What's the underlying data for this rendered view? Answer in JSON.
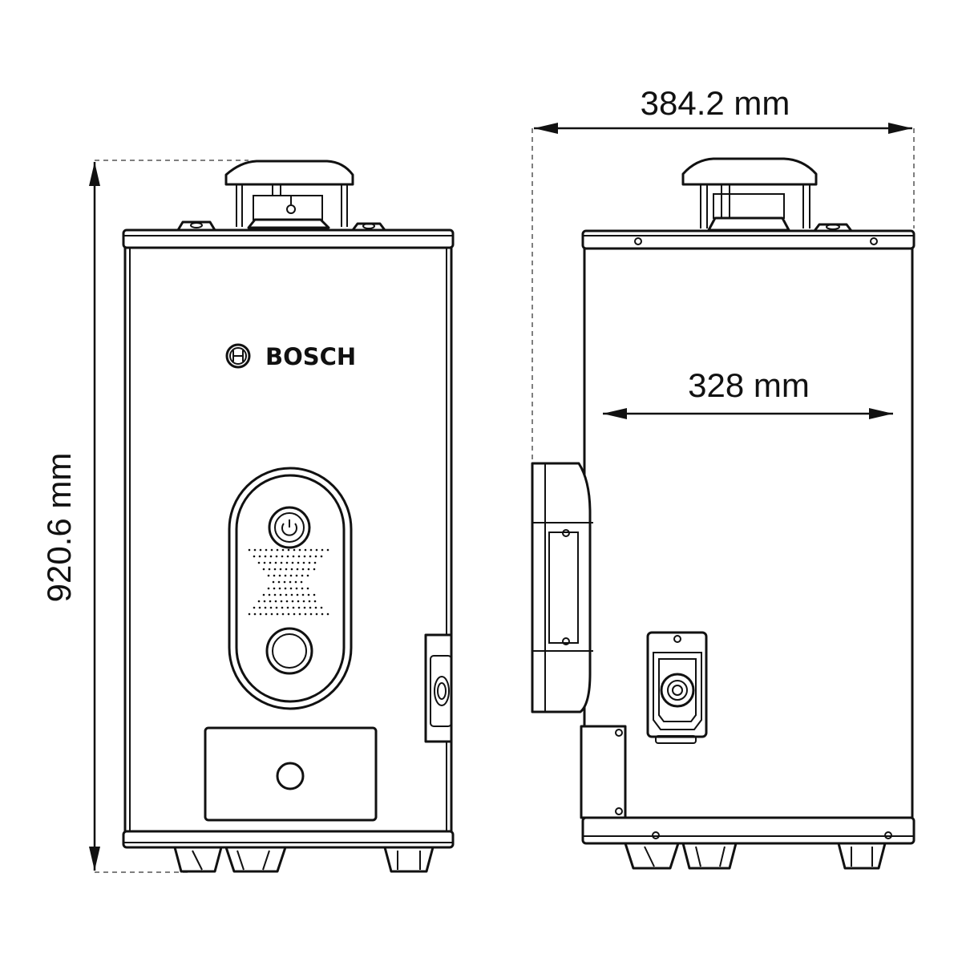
{
  "dimensions": {
    "height_label": "920.6 mm",
    "depth_label": "384.2 mm",
    "width_label": "328 mm"
  },
  "brand": {
    "name": "BOSCH"
  },
  "views": {
    "front": {
      "icon": "power-icon"
    },
    "side": {
      "icon": "gas-connection-icon"
    }
  },
  "colors": {
    "line": "#111111",
    "background": "#ffffff"
  }
}
